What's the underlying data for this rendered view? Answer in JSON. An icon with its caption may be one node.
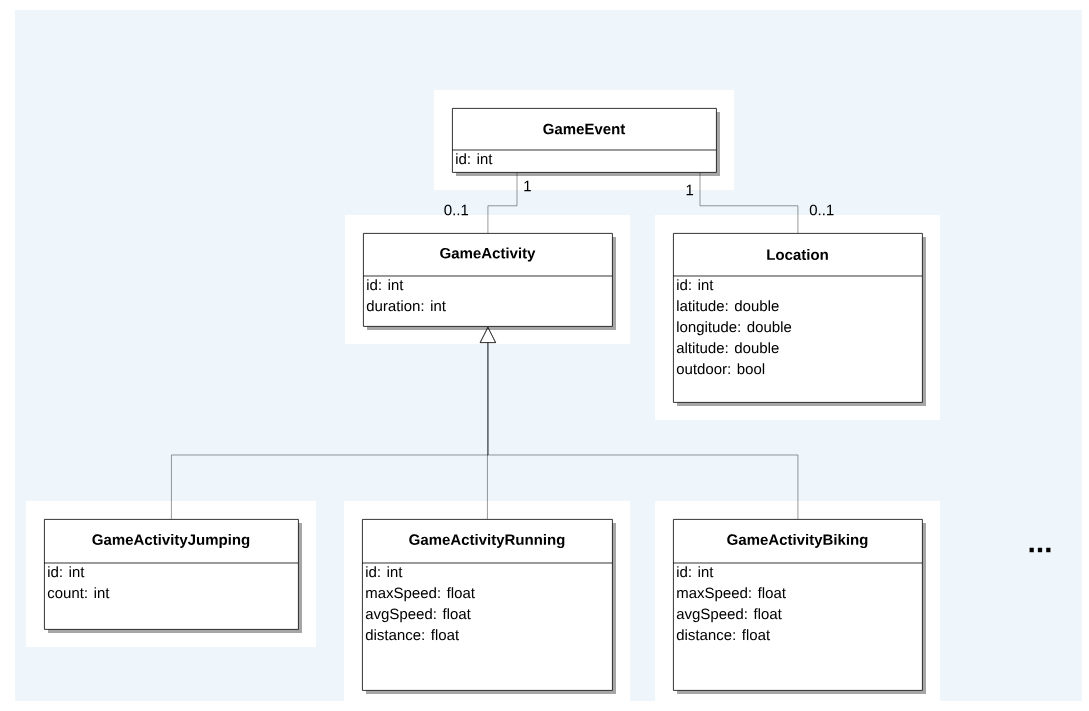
{
  "diagram": {
    "nodes": [
      {
        "text": [
          "GameEvent",
          "id: int"
        ]
      },
      {
        "text": [
          "GameActivity",
          "id: int",
          "duration: int"
        ]
      },
      {
        "text": [
          "Location",
          "id: int",
          "latitude: double",
          "longitude: double",
          "altitude: double",
          "outdoor: bool"
        ]
      },
      {
        "text": [
          "GameActivityJumping",
          "id: int",
          "count: int"
        ]
      },
      {
        "text": [
          "GameActivityRunning",
          "id: int",
          "maxSpeed: float",
          "avgSpeed: float",
          "distance: float"
        ]
      },
      {
        "text": [
          "GameActivityBiking",
          "id: int",
          "maxSpeed: float",
          "avgSpeed: float",
          "distance: float"
        ]
      }
    ],
    "edges": [
      {
        "from": 0,
        "to": 1,
        "arrow": "none"
      },
      {
        "from": 0,
        "to": 2,
        "arrow": "none"
      },
      {
        "from": 3,
        "to": 1,
        "arrow": "to"
      },
      {
        "from": 4,
        "to": 1,
        "arrow": "to"
      },
      {
        "from": 5,
        "to": 1,
        "arrow": "to"
      }
    ],
    "labels": [
      "1",
      "1",
      "0..1",
      "0..1",
      "..."
    ]
  }
}
